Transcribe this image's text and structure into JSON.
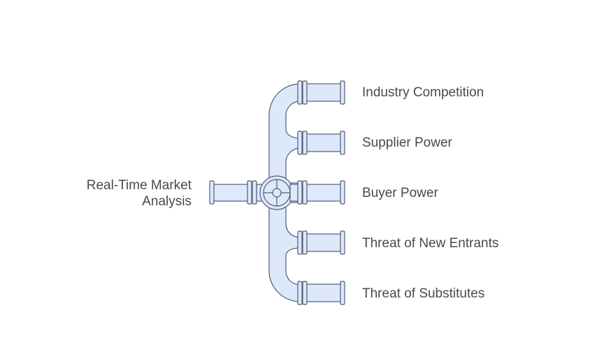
{
  "input": {
    "label_line1": "Real-Time Market",
    "label_line2": "Analysis"
  },
  "outputs": [
    {
      "label": "Industry Competition"
    },
    {
      "label": "Supplier Power"
    },
    {
      "label": "Buyer Power"
    },
    {
      "label": "Threat of New Entrants"
    },
    {
      "label": "Threat of Substitutes"
    }
  ],
  "colors": {
    "pipe_fill": "#dde8fb",
    "pipe_stroke": "#4f5d73",
    "text": "#4a4a4a"
  }
}
